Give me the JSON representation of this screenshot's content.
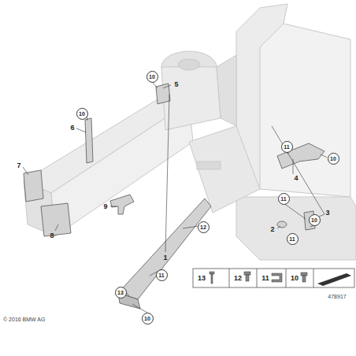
{
  "diagram": {
    "labels": [
      "10",
      "5",
      "10",
      "6",
      "11",
      "10",
      "4",
      "7",
      "9",
      "12",
      "11",
      "3",
      "2",
      "11",
      "10",
      "8",
      "1",
      "11",
      "13",
      "10",
      "13",
      "12",
      "11",
      "10",
      "478917",
      "© 2016 BMW AG"
    ]
  }
}
